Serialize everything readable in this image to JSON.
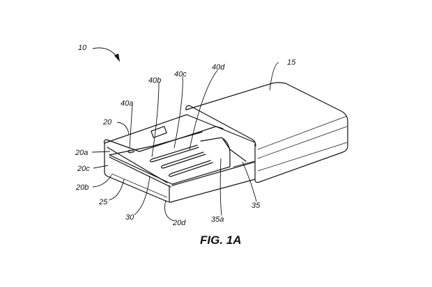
{
  "figure": {
    "caption": "FIG. 1A",
    "labels": {
      "assembly": "10",
      "housing": "15",
      "contact_d": "40d",
      "contact_c": "40c",
      "contact_b": "40b",
      "contact_a": "40a",
      "shell": "20",
      "shell_top": "20a",
      "shell_side": "20c",
      "shell_bottom": "20b",
      "cavity": "25",
      "tongue": "30",
      "shell_side_right": "20d",
      "insert_face": "35a",
      "insert": "35"
    }
  }
}
